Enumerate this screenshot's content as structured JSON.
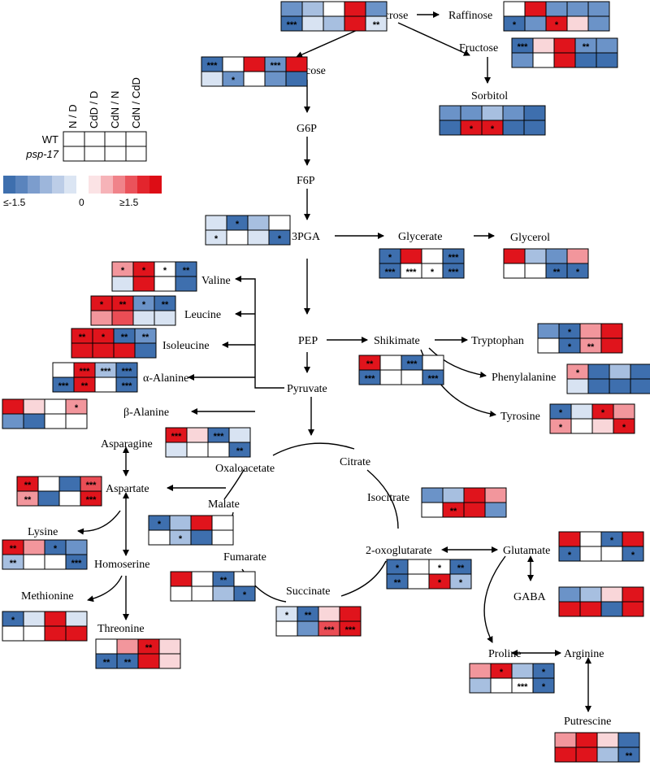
{
  "palette": {
    "B3": "#3e6fae",
    "B2": "#6b93c8",
    "B1": "#a7bfe0",
    "B0": "#d8e3f2",
    "W": "#ffffff",
    "R0": "#f9d6d9",
    "R1": "#f2969c",
    "R2": "#ea4d55",
    "R3": "#e0141c"
  },
  "legend": {
    "columns": [
      "N / D",
      "CdD / D",
      "CdN / N",
      "CdN / CdD"
    ],
    "rows": [
      "WT",
      "psp-17"
    ],
    "scale_min": "≤-1.5",
    "scale_mid": "0",
    "scale_max": "≥1.5",
    "scale_colors": [
      "#3e6fae",
      "#5a84bd",
      "#7c9dcd",
      "#9db6db",
      "#bccde7",
      "#dbe5f3",
      "#ffffff",
      "#fbe3e5",
      "#f6b3b8",
      "#f0838a",
      "#ea535b",
      "#e3252d",
      "#dd0d15"
    ]
  },
  "metabolites": [
    {
      "id": "sucrose",
      "label": "Sucrose"
    },
    {
      "id": "raffinose",
      "label": "Raffinose"
    },
    {
      "id": "fructose",
      "label": "Fructose"
    },
    {
      "id": "glucose",
      "label": "Glucose"
    },
    {
      "id": "sorbitol",
      "label": "Sorbitol"
    },
    {
      "id": "g6p",
      "label": "G6P"
    },
    {
      "id": "f6p",
      "label": "F6P"
    },
    {
      "id": "3pga",
      "label": "3PGA"
    },
    {
      "id": "glycerate",
      "label": "Glycerate"
    },
    {
      "id": "glycerol",
      "label": "Glycerol"
    },
    {
      "id": "valine",
      "label": "Valine"
    },
    {
      "id": "leucine",
      "label": "Leucine"
    },
    {
      "id": "isoleucine",
      "label": "Isoleucine"
    },
    {
      "id": "alanine-alpha",
      "label": "α-Alanine"
    },
    {
      "id": "alanine-beta",
      "label": "β-Alanine"
    },
    {
      "id": "pep",
      "label": "PEP"
    },
    {
      "id": "shikimate",
      "label": "Shikimate"
    },
    {
      "id": "tryptophan",
      "label": "Tryptophan"
    },
    {
      "id": "phenylalanine",
      "label": "Phenylalanine"
    },
    {
      "id": "tyrosine",
      "label": "Tyrosine"
    },
    {
      "id": "pyruvate",
      "label": "Pyruvate"
    },
    {
      "id": "asparagine",
      "label": "Asparagine"
    },
    {
      "id": "oxaloacetate",
      "label": "Oxaloacetate"
    },
    {
      "id": "citrate",
      "label": "Citrate"
    },
    {
      "id": "aspartate",
      "label": "Aspartate"
    },
    {
      "id": "isocitrate",
      "label": "Isocitrate"
    },
    {
      "id": "malate",
      "label": "Malate"
    },
    {
      "id": "lysine",
      "label": "Lysine"
    },
    {
      "id": "glutamate",
      "label": "Glutamate"
    },
    {
      "id": "oxoglutarate",
      "label": "2-oxoglutarate"
    },
    {
      "id": "homoserine",
      "label": "Homoserine"
    },
    {
      "id": "fumarate",
      "label": "Fumarate"
    },
    {
      "id": "gaba",
      "label": "GABA"
    },
    {
      "id": "methionine",
      "label": "Methionine"
    },
    {
      "id": "succinate",
      "label": "Succinate"
    },
    {
      "id": "threonine",
      "label": "Threonine"
    },
    {
      "id": "proline",
      "label": "Proline"
    },
    {
      "id": "arginine",
      "label": "Arginine"
    },
    {
      "id": "putrescine",
      "label": "Putrescine"
    }
  ],
  "heatmaps": [
    {
      "id": "sucrose",
      "cells": [
        [
          "B2",
          ""
        ],
        [
          "B1",
          ""
        ],
        [
          "W",
          ""
        ],
        [
          "R3",
          ""
        ],
        [
          "B2",
          ""
        ],
        [
          "B3",
          "***"
        ],
        [
          "B0",
          ""
        ],
        [
          "B1",
          ""
        ],
        [
          "R3",
          ""
        ],
        [
          "B0",
          "**"
        ]
      ]
    },
    {
      "id": "raffinose",
      "cells": [
        [
          "W",
          ""
        ],
        [
          "R3",
          ""
        ],
        [
          "B2",
          ""
        ],
        [
          "B2",
          ""
        ],
        [
          "B2",
          ""
        ],
        [
          "B3",
          "*"
        ],
        [
          "B2",
          ""
        ],
        [
          "R3",
          "*"
        ],
        [
          "R0",
          ""
        ],
        [
          "B2",
          ""
        ]
      ]
    },
    {
      "id": "fructose",
      "cells": [
        [
          "B3",
          "***"
        ],
        [
          "R0",
          ""
        ],
        [
          "R3",
          ""
        ],
        [
          "B2",
          "**"
        ],
        [
          "B2",
          ""
        ],
        [
          "B2",
          ""
        ],
        [
          "W",
          ""
        ],
        [
          "R3",
          ""
        ],
        [
          "B3",
          ""
        ],
        [
          "B3",
          ""
        ]
      ]
    },
    {
      "id": "glucose",
      "cells": [
        [
          "B3",
          "***"
        ],
        [
          "W",
          ""
        ],
        [
          "R3",
          ""
        ],
        [
          "B2",
          "***"
        ],
        [
          "R3",
          ""
        ],
        [
          "B0",
          ""
        ],
        [
          "B2",
          "*"
        ],
        [
          "W",
          ""
        ],
        [
          "B2",
          ""
        ],
        [
          "B3",
          ""
        ]
      ]
    },
    {
      "id": "sorbitol",
      "cells": [
        [
          "B2",
          ""
        ],
        [
          "B2",
          ""
        ],
        [
          "B1",
          ""
        ],
        [
          "B2",
          ""
        ],
        [
          "B3",
          ""
        ],
        [
          "B3",
          ""
        ],
        [
          "R3",
          "*"
        ],
        [
          "R3",
          "*"
        ],
        [
          "B3",
          ""
        ],
        [
          "B3",
          ""
        ]
      ]
    },
    {
      "id": "3pga",
      "cells": [
        [
          "B0",
          ""
        ],
        [
          "B3",
          "*"
        ],
        [
          "B1",
          ""
        ],
        [
          "W",
          ""
        ],
        [
          "B0",
          "*"
        ],
        [
          "W",
          ""
        ],
        [
          "B0",
          ""
        ],
        [
          "B3",
          "*"
        ]
      ]
    },
    {
      "id": "glycerate",
      "cells": [
        [
          "B3",
          "*"
        ],
        [
          "R3",
          ""
        ],
        [
          "W",
          ""
        ],
        [
          "B3",
          "***"
        ],
        [
          "B3",
          "***"
        ],
        [
          "W",
          "***"
        ],
        [
          "W",
          "*"
        ],
        [
          "B3",
          "***"
        ]
      ]
    },
    {
      "id": "glycerol",
      "cells": [
        [
          "R3",
          ""
        ],
        [
          "B1",
          ""
        ],
        [
          "B2",
          ""
        ],
        [
          "R1",
          ""
        ],
        [
          "W",
          ""
        ],
        [
          "W",
          ""
        ],
        [
          "B3",
          "**"
        ],
        [
          "B3",
          "*"
        ]
      ]
    },
    {
      "id": "valine",
      "cells": [
        [
          "R1",
          "*"
        ],
        [
          "R3",
          "*"
        ],
        [
          "W",
          "*"
        ],
        [
          "B3",
          "**"
        ],
        [
          "B0",
          ""
        ],
        [
          "R3",
          ""
        ],
        [
          "W",
          ""
        ],
        [
          "B3",
          ""
        ]
      ]
    },
    {
      "id": "leucine",
      "cells": [
        [
          "R3",
          "*"
        ],
        [
          "R3",
          "**"
        ],
        [
          "B2",
          "*"
        ],
        [
          "B3",
          "**"
        ],
        [
          "R1",
          ""
        ],
        [
          "R2",
          ""
        ],
        [
          "B0",
          ""
        ],
        [
          "B0",
          ""
        ]
      ]
    },
    {
      "id": "isoleucine",
      "cells": [
        [
          "R3",
          "**"
        ],
        [
          "R3",
          "*"
        ],
        [
          "B3",
          "**"
        ],
        [
          "B2",
          "**"
        ],
        [
          "R3",
          ""
        ],
        [
          "R3",
          ""
        ],
        [
          "R3",
          ""
        ],
        [
          "B3",
          ""
        ]
      ]
    },
    {
      "id": "alanine-alpha",
      "cells": [
        [
          "W",
          ""
        ],
        [
          "R3",
          "***"
        ],
        [
          "B1",
          "***"
        ],
        [
          "B3",
          "***"
        ],
        [
          "B3",
          "***"
        ],
        [
          "R3",
          "**"
        ],
        [
          "W",
          ""
        ],
        [
          "B3",
          "***"
        ]
      ]
    },
    {
      "id": "alanine-beta",
      "cells": [
        [
          "R3",
          ""
        ],
        [
          "R0",
          ""
        ],
        [
          "W",
          ""
        ],
        [
          "R1",
          "*"
        ],
        [
          "B2",
          ""
        ],
        [
          "B3",
          ""
        ],
        [
          "W",
          ""
        ],
        [
          "W",
          ""
        ]
      ]
    },
    {
      "id": "tryptophan",
      "cells": [
        [
          "B2",
          ""
        ],
        [
          "B3",
          "*"
        ],
        [
          "R1",
          ""
        ],
        [
          "R3",
          ""
        ],
        [
          "W",
          ""
        ],
        [
          "B3",
          "*"
        ],
        [
          "R1",
          "**"
        ],
        [
          "R3",
          ""
        ]
      ]
    },
    {
      "id": "shikimate",
      "cells": [
        [
          "R3",
          "**"
        ],
        [
          "W",
          ""
        ],
        [
          "B3",
          "***"
        ],
        [
          "W",
          ""
        ],
        [
          "B3",
          "***"
        ],
        [
          "W",
          ""
        ],
        [
          "W",
          ""
        ],
        [
          "B3",
          "***"
        ]
      ]
    },
    {
      "id": "phenylalanine",
      "cells": [
        [
          "R1",
          "*"
        ],
        [
          "B3",
          ""
        ],
        [
          "B1",
          ""
        ],
        [
          "B3",
          ""
        ],
        [
          "B0",
          ""
        ],
        [
          "B3",
          ""
        ],
        [
          "B3",
          ""
        ],
        [
          "B3",
          ""
        ]
      ]
    },
    {
      "id": "tyrosine",
      "cells": [
        [
          "B3",
          "*"
        ],
        [
          "B0",
          ""
        ],
        [
          "R3",
          "*"
        ],
        [
          "R1",
          ""
        ],
        [
          "R1",
          "*"
        ],
        [
          "W",
          ""
        ],
        [
          "R0",
          ""
        ],
        [
          "R3",
          "*"
        ]
      ]
    },
    {
      "id": "asparagine",
      "cells": [
        [
          "R3",
          "***"
        ],
        [
          "R0",
          ""
        ],
        [
          "B3",
          "***"
        ],
        [
          "B0",
          ""
        ],
        [
          "B0",
          ""
        ],
        [
          "W",
          ""
        ],
        [
          "W",
          ""
        ],
        [
          "B3",
          "**"
        ]
      ]
    },
    {
      "id": "aspartate",
      "cells": [
        [
          "R3",
          "**"
        ],
        [
          "W",
          ""
        ],
        [
          "B3",
          ""
        ],
        [
          "R2",
          "***"
        ],
        [
          "R1",
          "**"
        ],
        [
          "B3",
          ""
        ],
        [
          "W",
          ""
        ],
        [
          "R3",
          "***"
        ]
      ]
    },
    {
      "id": "isocitrate",
      "cells": [
        [
          "B2",
          ""
        ],
        [
          "B1",
          ""
        ],
        [
          "R3",
          ""
        ],
        [
          "R1",
          ""
        ],
        [
          "W",
          ""
        ],
        [
          "R3",
          "**"
        ],
        [
          "R3",
          ""
        ],
        [
          "B2",
          ""
        ]
      ]
    },
    {
      "id": "malate",
      "cells": [
        [
          "B3",
          "*"
        ],
        [
          "B1",
          ""
        ],
        [
          "R3",
          ""
        ],
        [
          "W",
          ""
        ],
        [
          "W",
          ""
        ],
        [
          "B1",
          "*"
        ],
        [
          "B3",
          ""
        ],
        [
          "W",
          ""
        ]
      ]
    },
    {
      "id": "lysine",
      "cells": [
        [
          "R3",
          "**"
        ],
        [
          "R1",
          ""
        ],
        [
          "B3",
          "*"
        ],
        [
          "B2",
          ""
        ],
        [
          "B1",
          "**"
        ],
        [
          "W",
          ""
        ],
        [
          "W",
          ""
        ],
        [
          "B3",
          "***"
        ]
      ]
    },
    {
      "id": "glutamate",
      "cells": [
        [
          "R3",
          ""
        ],
        [
          "W",
          ""
        ],
        [
          "B3",
          "*"
        ],
        [
          "R3",
          ""
        ],
        [
          "B3",
          "*"
        ],
        [
          "W",
          ""
        ],
        [
          "W",
          ""
        ],
        [
          "B3",
          "*"
        ]
      ]
    },
    {
      "id": "oxoglutarate",
      "cells": [
        [
          "B3",
          "*"
        ],
        [
          "W",
          ""
        ],
        [
          "W",
          "*"
        ],
        [
          "B3",
          "**"
        ],
        [
          "B3",
          "**"
        ],
        [
          "W",
          ""
        ],
        [
          "R3",
          "*"
        ],
        [
          "B1",
          "*"
        ]
      ]
    },
    {
      "id": "fumarate",
      "cells": [
        [
          "R3",
          ""
        ],
        [
          "W",
          ""
        ],
        [
          "B3",
          "**"
        ],
        [
          "W",
          ""
        ],
        [
          "W",
          ""
        ],
        [
          "W",
          ""
        ],
        [
          "B1",
          ""
        ],
        [
          "B3",
          "*"
        ]
      ]
    },
    {
      "id": "gaba",
      "cells": [
        [
          "B2",
          ""
        ],
        [
          "B1",
          ""
        ],
        [
          "R0",
          ""
        ],
        [
          "R3",
          ""
        ],
        [
          "R3",
          ""
        ],
        [
          "R3",
          ""
        ],
        [
          "B3",
          ""
        ],
        [
          "R3",
          ""
        ]
      ]
    },
    {
      "id": "methionine",
      "cells": [
        [
          "B3",
          "*"
        ],
        [
          "B0",
          ""
        ],
        [
          "R3",
          ""
        ],
        [
          "B0",
          ""
        ],
        [
          "W",
          ""
        ],
        [
          "W",
          ""
        ],
        [
          "R3",
          ""
        ],
        [
          "R3",
          ""
        ]
      ]
    },
    {
      "id": "succinate",
      "cells": [
        [
          "B0",
          "*"
        ],
        [
          "B3",
          "**"
        ],
        [
          "R0",
          ""
        ],
        [
          "R3",
          ""
        ],
        [
          "W",
          ""
        ],
        [
          "B2",
          ""
        ],
        [
          "R2",
          "***"
        ],
        [
          "R3",
          "***"
        ]
      ]
    },
    {
      "id": "threonine",
      "cells": [
        [
          "W",
          ""
        ],
        [
          "R1",
          ""
        ],
        [
          "R3",
          "**"
        ],
        [
          "R0",
          ""
        ],
        [
          "B3",
          "**"
        ],
        [
          "B3",
          "**"
        ],
        [
          "R3",
          ""
        ],
        [
          "R0",
          ""
        ]
      ]
    },
    {
      "id": "proline",
      "cells": [
        [
          "R1",
          ""
        ],
        [
          "R3",
          "*"
        ],
        [
          "B1",
          ""
        ],
        [
          "B3",
          "*"
        ],
        [
          "B1",
          ""
        ],
        [
          "W",
          ""
        ],
        [
          "W",
          "***"
        ],
        [
          "B3",
          "*"
        ]
      ]
    },
    {
      "id": "putrescine",
      "cells": [
        [
          "R1",
          ""
        ],
        [
          "R3",
          ""
        ],
        [
          "R0",
          ""
        ],
        [
          "B3",
          ""
        ],
        [
          "R3",
          ""
        ],
        [
          "R3",
          ""
        ],
        [
          "B1",
          ""
        ],
        [
          "B3",
          "**"
        ]
      ]
    }
  ]
}
